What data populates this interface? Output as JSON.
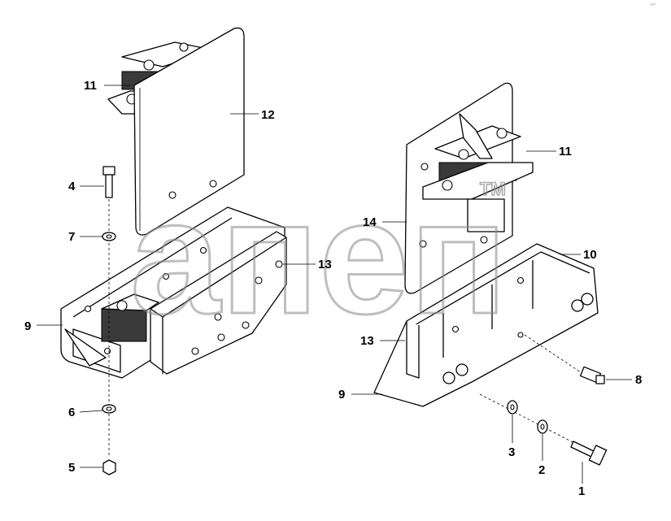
{
  "watermark": {
    "text": "апеп",
    "tm": "TM"
  },
  "corner_code": "ª°°",
  "callouts": {
    "c1": "1",
    "c2": "2",
    "c3": "3",
    "c4": "4",
    "c5": "5",
    "c6": "6",
    "c7": "7",
    "c8": "8",
    "c9_left": "9",
    "c9_right": "9",
    "c10": "10",
    "c11_left": "11",
    "c11_right": "11",
    "c12": "12",
    "c13_left": "13",
    "c13_right": "13",
    "c14": "14"
  }
}
